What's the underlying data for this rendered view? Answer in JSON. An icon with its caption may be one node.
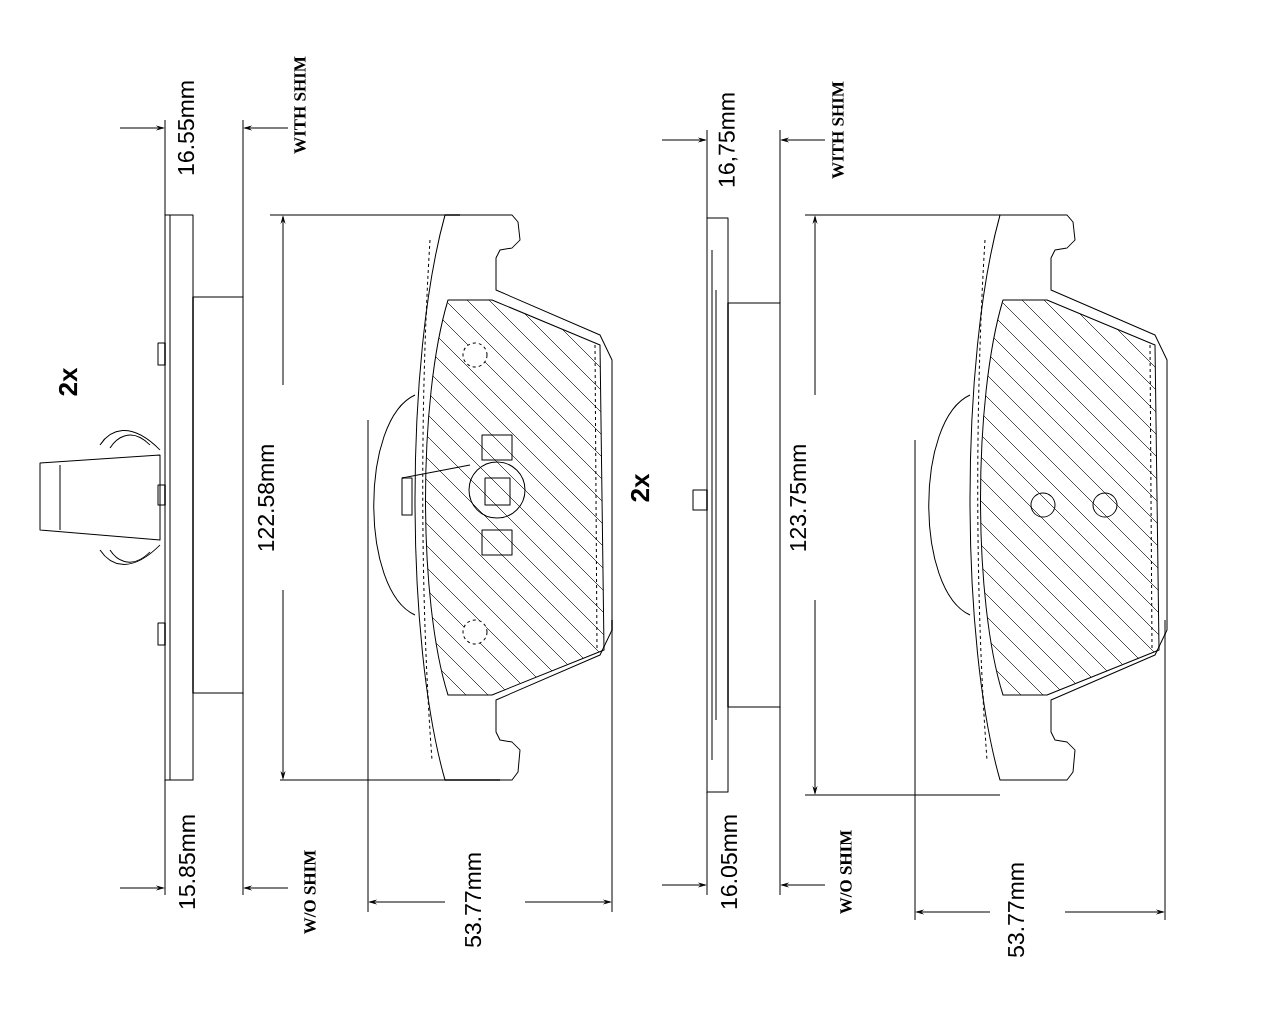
{
  "diagram": {
    "labels": [
      "16.55mm",
      "WITH SHIM",
      "2x",
      "122.58mm",
      "16,75mm",
      "WITH SHIM",
      "2x",
      "123.75mm",
      "15.85mm",
      "W/O SHIM",
      "53.77mm",
      "16.05mm",
      "W/O SHIM",
      "53.77mm"
    ]
  }
}
